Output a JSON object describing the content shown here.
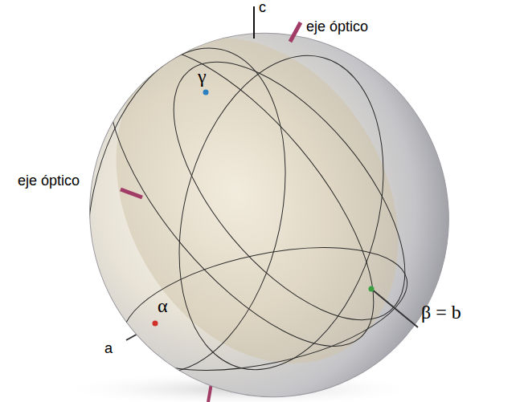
{
  "diagram": {
    "labels": [
      "c",
      "eje óptico",
      "γ",
      "eje óptico",
      "α",
      "β = b",
      "a"
    ]
  }
}
